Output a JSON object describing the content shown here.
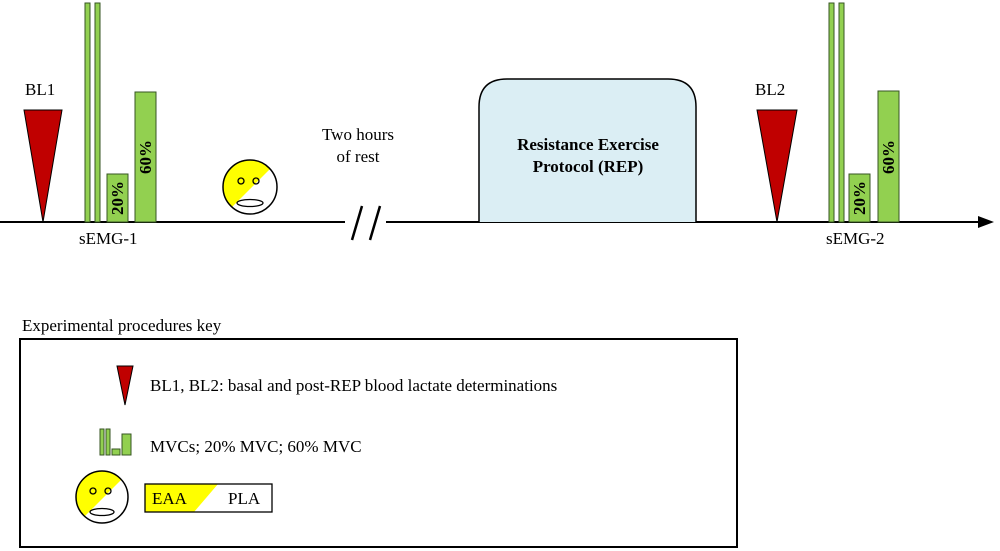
{
  "timeline": {
    "bl1_label": "BL1",
    "bl2_label": "BL2",
    "semg1_label": "sEMG-1",
    "semg2_label": "sEMG-2",
    "rest_line1": "Two hours",
    "rest_line2": "of rest",
    "rep_line1": "Resistance Exercise",
    "rep_line2": "Protocol (REP)",
    "bar20_label": "20%",
    "bar60_label": "60%"
  },
  "key": {
    "title": "Experimental procedures key",
    "bl_text": "BL1, BL2:  basal and post-REP blood lactate determinations",
    "mvc_text": "MVCs; 20% MVC; 60% MVC",
    "eaa_label": "EAA",
    "pla_label": "PLA"
  },
  "colors": {
    "triangle": "#c00000",
    "bar_fill": "#92d050",
    "bar_stroke": "#375623",
    "face_fill": "#ffff00",
    "rep_fill": "#dbeef4",
    "axis": "#000000"
  }
}
